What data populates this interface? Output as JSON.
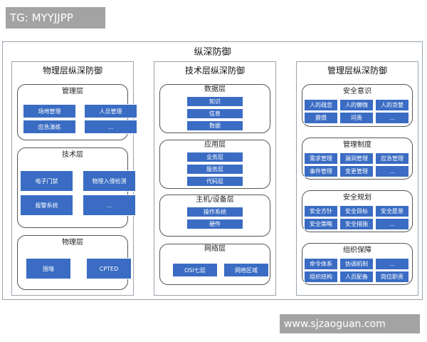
{
  "watermark_top": "TG: MYYJJPP",
  "watermark_bottom": "www.sjzaoguan.com",
  "title": "纵深防御",
  "accent": "#3a6cc3",
  "columns": [
    {
      "title": "物理层纵深防御",
      "groups": [
        {
          "title": "管理层",
          "items": [
            "场地管理",
            "人员管理",
            "应急演练",
            "..."
          ]
        },
        {
          "title": "技术层",
          "items": [
            "电子门禁",
            "物理入侵检测",
            "报警系统",
            "..."
          ]
        },
        {
          "title": "物理层",
          "items": [
            "围墙",
            "CPTED"
          ]
        }
      ]
    },
    {
      "title": "技术层纵深防御",
      "groups": [
        {
          "title": "数据层",
          "items": [
            "知识",
            "信息",
            "数据"
          ]
        },
        {
          "title": "应用层",
          "items": [
            "业务层",
            "服务层",
            "代码层"
          ]
        },
        {
          "title": "主机/设备层",
          "items": [
            "操作系统",
            "硬件"
          ]
        },
        {
          "title": "网络层",
          "items": [
            "OSI七层",
            "网络区域"
          ]
        }
      ]
    },
    {
      "title": "管理层纵深防御",
      "groups": [
        {
          "title": "安全意识",
          "items": [
            "人的疏忽",
            "人的懒惰",
            "人的贪婪",
            "震慑",
            "问责",
            "..."
          ]
        },
        {
          "title": "管理制度",
          "items": [
            "需求管理",
            "漏洞管理",
            "应急管理",
            "事件管理",
            "变更管理",
            "..."
          ]
        },
        {
          "title": "安全规划",
          "items": [
            "安全方针",
            "安全目标",
            "安全愿景",
            "安全策略",
            "安全措施",
            "..."
          ]
        },
        {
          "title": "组织保障",
          "items": [
            "命令体系",
            "协调机制",
            "...",
            "组织结构",
            "人员配备",
            "岗位职责"
          ]
        }
      ]
    }
  ]
}
